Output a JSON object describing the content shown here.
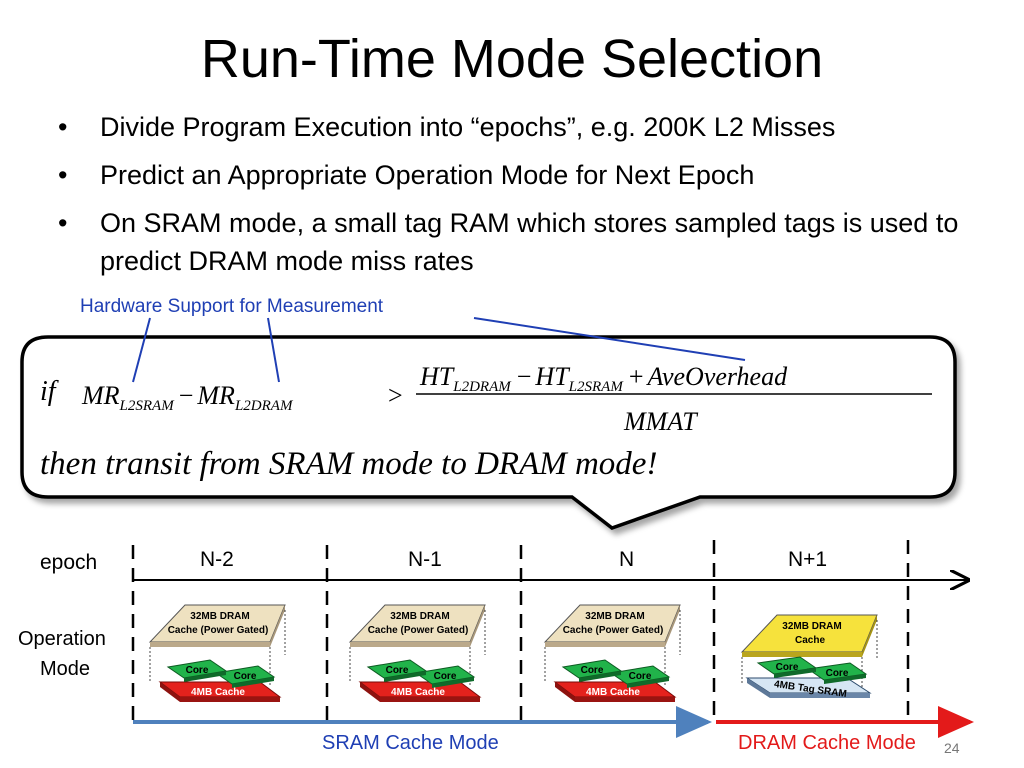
{
  "slide": {
    "title": "Run-Time Mode Selection",
    "bullets": [
      "Divide Program Execution into “epochs”, e.g. 200K L2 Misses",
      "Predict an Appropriate Operation Mode for Next Epoch",
      "On SRAM mode, a small tag RAM which stores sampled tags is used to predict DRAM mode miss rates"
    ],
    "bullet_glyph": "•",
    "hardware_label": "Hardware Support for Measurement",
    "slide_number": "24"
  },
  "equation": {
    "if_word": "if",
    "lhs_a": "MR",
    "lhs_a_sub": "L2SRAM",
    "minus": "−",
    "lhs_b": "MR",
    "lhs_b_sub": "L2DRAM",
    "gt": ">",
    "num_a": "HT",
    "num_a_sub": "L2DRAM",
    "num_b": "HT",
    "num_b_sub": "L2SRAM",
    "plus": "+",
    "num_c": "AveOverhead",
    "den": "MMAT",
    "then_text": "then transit from SRAM mode to DRAM mode!"
  },
  "timeline": {
    "row_label": "epoch",
    "epochs": [
      "N-2",
      "N-1",
      "N",
      "N+1"
    ],
    "op_mode_label_1": "Operation",
    "op_mode_label_2": "Mode",
    "sram_mode_label": "SRAM Cache Mode",
    "dram_mode_label": "DRAM Cache Mode"
  },
  "stacks": {
    "sram_top_1": "32MB DRAM",
    "sram_top_2": "Cache (Power Gated)",
    "dram_top_1": "32MB DRAM",
    "dram_top_2": "Cache",
    "core": "Core",
    "sram_bottom": "4MB Cache",
    "dram_bottom": "4MB Tag SRAM"
  },
  "colors": {
    "label_blue": "#1f3fb4",
    "sram_arrow": "#4f81bd",
    "dram_arrow": "#e31a1a",
    "dram_layer_gated": "#eee1c0",
    "dram_layer_active": "#f6e23c",
    "core_green": "#21b34a",
    "cache_red": "#e4221d",
    "tag_sram_blue": "#d6e6f4"
  }
}
